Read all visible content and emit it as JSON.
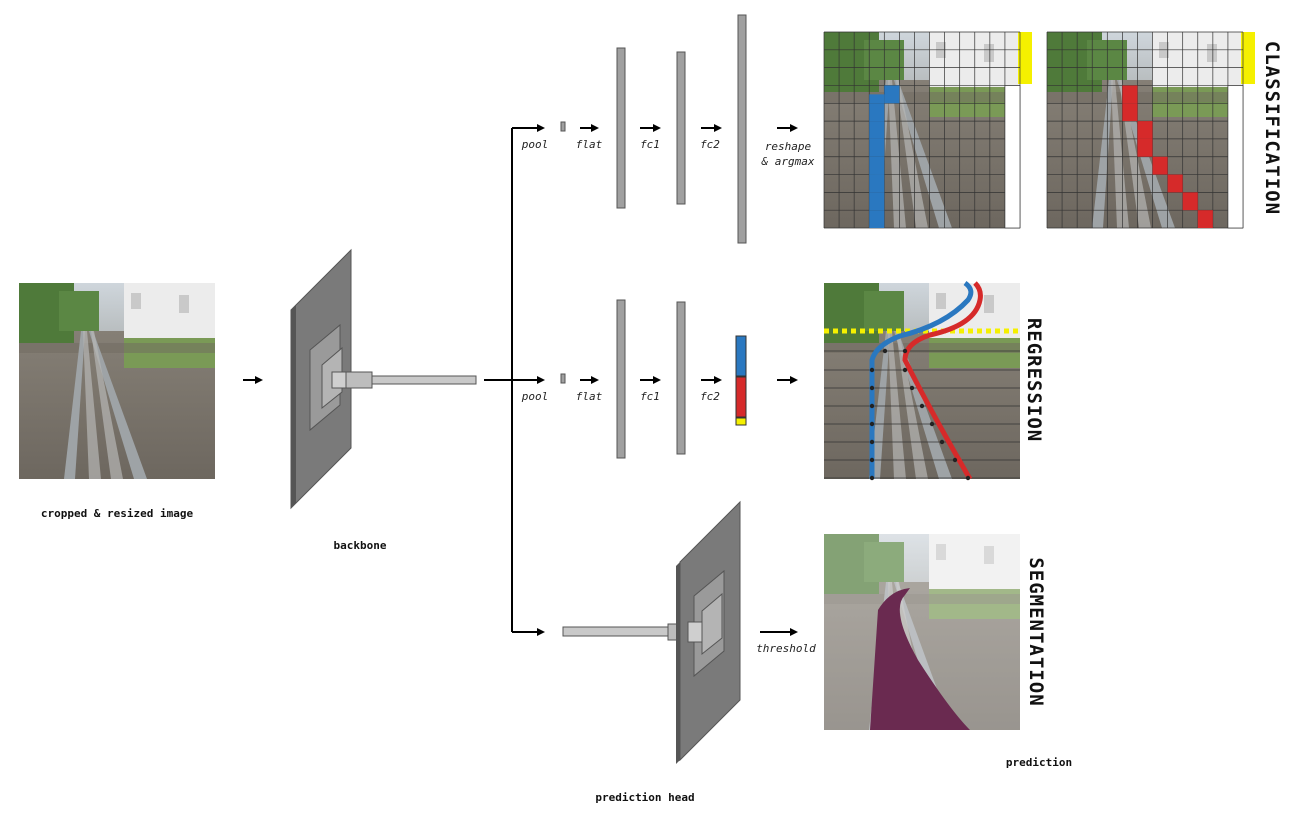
{
  "labels": {
    "input": "cropped & resized image",
    "backbone": "backbone",
    "head": "prediction head",
    "prediction": "prediction"
  },
  "ops": {
    "pool": "pool",
    "flat": "flat",
    "fc1": "fc1",
    "fc2": "fc2",
    "reshape": "reshape",
    "argmax": "& argmax",
    "threshold": "threshold"
  },
  "titles": {
    "classification": "CLASSIFICATION",
    "regression": "REGRESSION",
    "segmentation": "SEGMENTATION"
  },
  "colors": {
    "left_rail": "#2a78c0",
    "right_rail": "#d62a2a",
    "marker": "#f5f000",
    "mask": "#6a2a50",
    "block": "#a0a0a0"
  }
}
